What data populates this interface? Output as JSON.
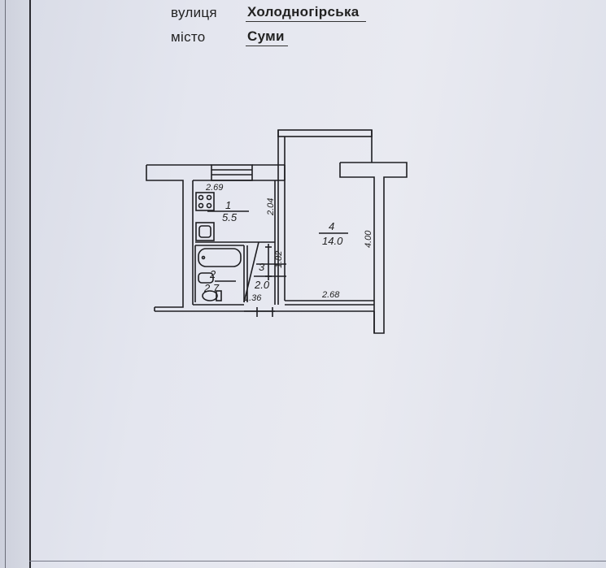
{
  "header": {
    "street_label": "вулиця",
    "street_value": "Холодногірська",
    "city_label": "місто",
    "city_value": "Суми"
  },
  "plan": {
    "rooms": [
      {
        "number": "1",
        "area": "5.5",
        "width": "2.69",
        "length": "2.04"
      },
      {
        "number": "2",
        "area": "2.7",
        "width": "1.36"
      },
      {
        "number": "3",
        "area": "2.0",
        "length": "1.82"
      },
      {
        "number": "4",
        "area": "14.0",
        "width": "2.68",
        "length": "4.00"
      }
    ]
  }
}
